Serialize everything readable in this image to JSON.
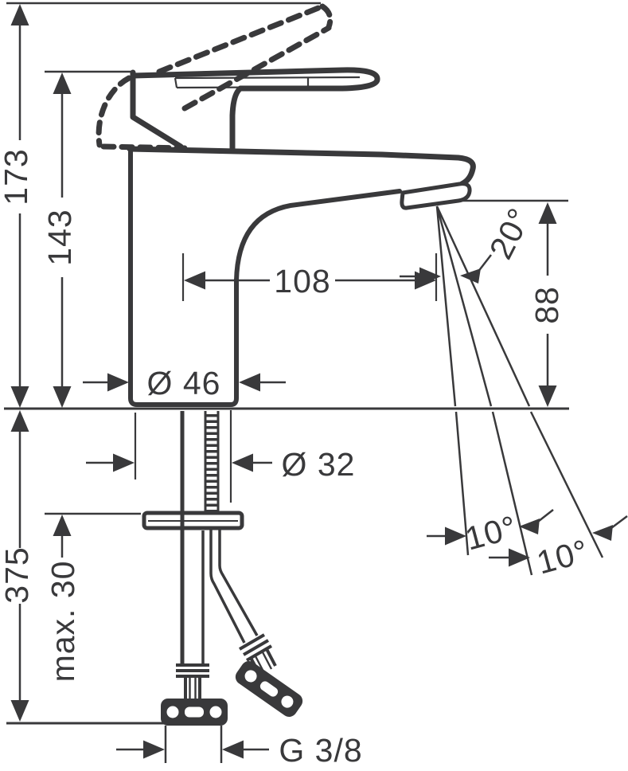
{
  "drawing": {
    "title": "single-hole-basin-mixer-dimension-drawing",
    "labels": {
      "total_height": "173",
      "spout_height": "143",
      "spout_reach": "108",
      "stream_angle": "20°",
      "outlet_height": "88",
      "base_diameter": "Ø 46",
      "hole_diameter": "Ø 32",
      "hose_length": "375",
      "max_counter_thickness": "max. 30",
      "swivel_angle_left": "10°",
      "swivel_angle_right": "10°",
      "connection_thread": "G 3/8"
    },
    "colors": {
      "ink": "#39393b",
      "background": "#ffffff"
    }
  }
}
